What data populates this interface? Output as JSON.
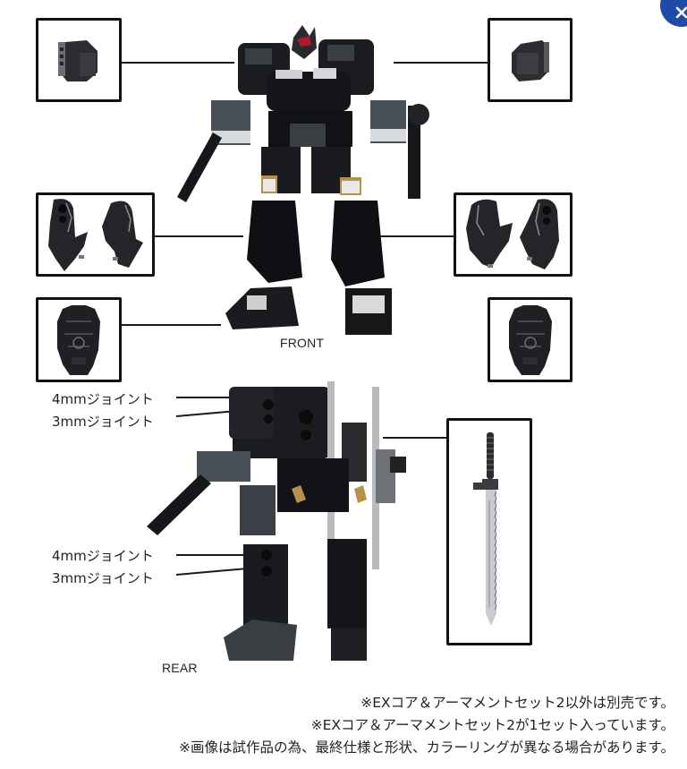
{
  "figure": {
    "views": {
      "front_label": "FRONT",
      "rear_label": "REAR"
    },
    "part_boxes": [
      {
        "id": "shoulder-armor-left",
        "position": "top-left"
      },
      {
        "id": "shoulder-armor-right",
        "position": "top-right"
      },
      {
        "id": "hand-parts-left",
        "position": "middle-left"
      },
      {
        "id": "hand-parts-right",
        "position": "middle-right"
      },
      {
        "id": "backpack-left",
        "position": "bottom-left"
      },
      {
        "id": "backpack-right",
        "position": "bottom-right"
      },
      {
        "id": "sword",
        "position": "rear-right"
      }
    ],
    "joint_labels": {
      "upper_4mm": "4mmジョイント",
      "upper_3mm": "3mmジョイント",
      "lower_4mm": "4mmジョイント",
      "lower_3mm": "3mmジョイント"
    }
  },
  "notes": [
    "※EXコア＆アーマメントセット2以外は別売です。",
    "※EXコア＆アーマメントセット2が1セット入っています。",
    "※画像は試作品の為、最終仕様と形状、カラーリングが異なる場合があります。"
  ],
  "colors": {
    "close_button": "#1e4aa8",
    "border": "#111111",
    "robot_dark": "#1b1c1f",
    "robot_gray": "#4a5058",
    "accent_red": "#b3182a",
    "accent_gold": "#b8914a"
  }
}
